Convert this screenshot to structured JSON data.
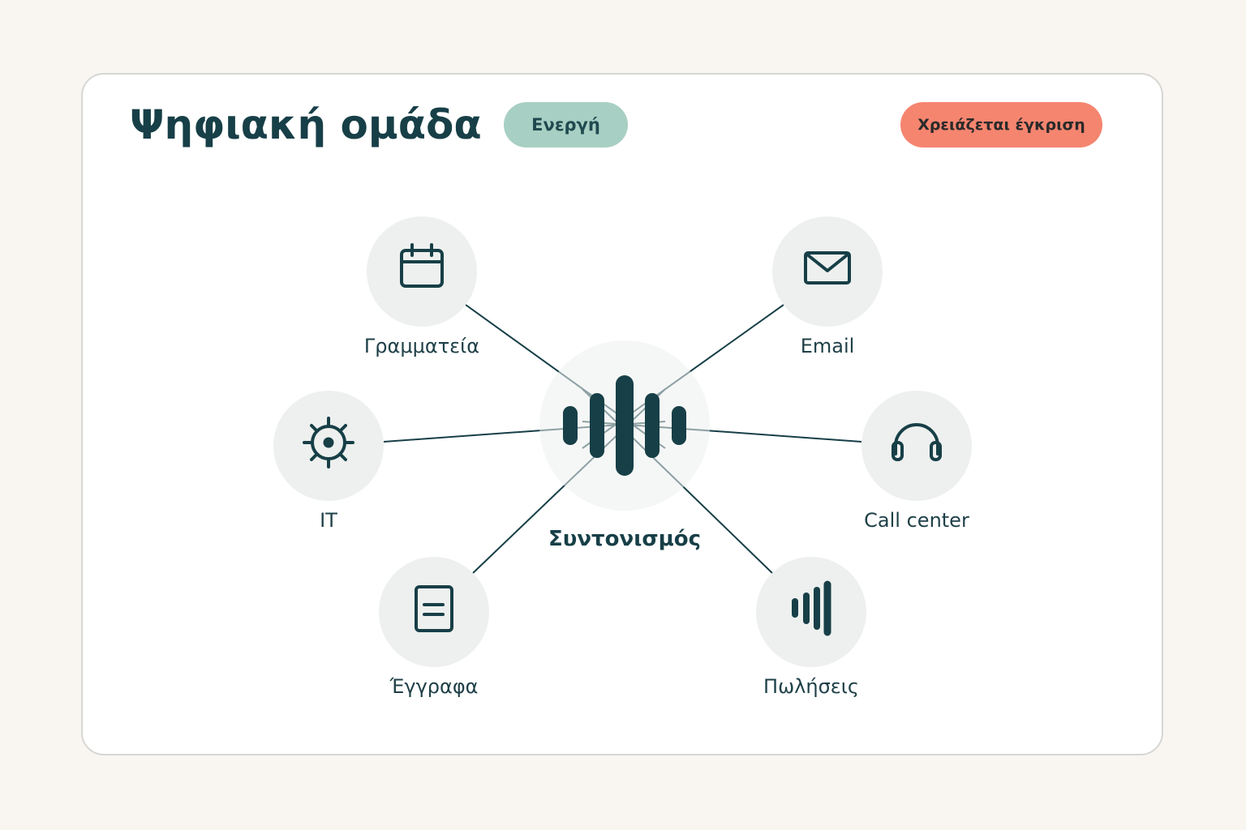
{
  "header": {
    "title": "Ψηφιακή ομάδα",
    "status_badge": "Ενεργή",
    "approval_badge": "Χρειάζεται έγκριση"
  },
  "hub": {
    "label": "Συντονισμός",
    "icon": "soundwave-icon"
  },
  "nodes": [
    {
      "id": "secretariat",
      "label": "Γραμματεία",
      "icon": "calendar-icon"
    },
    {
      "id": "email",
      "label": "Email",
      "icon": "envelope-icon"
    },
    {
      "id": "it",
      "label": "IT",
      "icon": "gear-icon"
    },
    {
      "id": "call-center",
      "label": "Call center",
      "icon": "headphones-icon"
    },
    {
      "id": "documents",
      "label": "Έγγραφα",
      "icon": "document-icon"
    },
    {
      "id": "sales",
      "label": "Πωλήσεις",
      "icon": "signal-bars-icon"
    }
  ],
  "colors": {
    "background": "#f9f6f2",
    "card": "#ffffff",
    "ink": "#173f47",
    "node_fill": "#edf0ee",
    "active_badge": "#a8cfc3",
    "approval_badge": "#f5856f"
  }
}
